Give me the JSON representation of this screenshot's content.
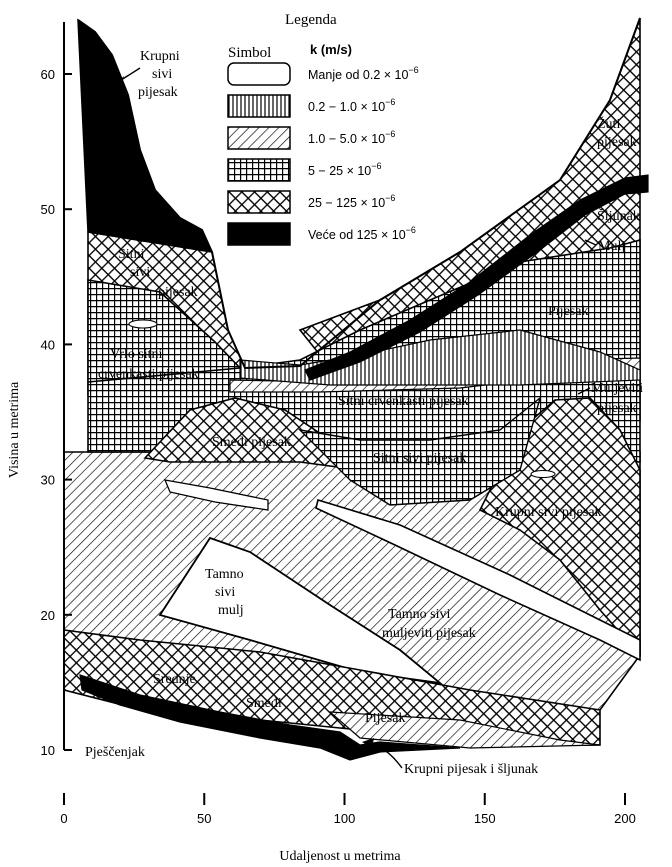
{
  "legend": {
    "title": "Legenda",
    "col_symbol": "Simbol",
    "col_k": "k (m/s)",
    "rows": [
      {
        "pattern": "blank",
        "label": "Manje od",
        "range": "0.2 × 10",
        "exp": "−6"
      },
      {
        "pattern": "vlines",
        "label": "",
        "range": "0.2 − 1.0 × 10",
        "exp": "−6"
      },
      {
        "pattern": "diag",
        "label": "",
        "range": "1.0 − 5.0 × 10",
        "exp": "−6"
      },
      {
        "pattern": "grid",
        "label": "",
        "range": "5 − 25 × 10",
        "exp": "−6"
      },
      {
        "pattern": "cross",
        "label": "",
        "range": "25 − 125 × 10",
        "exp": "−6"
      },
      {
        "pattern": "solid",
        "label": "Veće od",
        "range": "125 × 10",
        "exp": "−6"
      }
    ]
  },
  "axes": {
    "y_title": "Visina u metrima",
    "x_title": "Udaljenost u metrima",
    "y_ticks": [
      "10",
      "20",
      "30",
      "40",
      "50",
      "60"
    ],
    "x_ticks": [
      "0",
      "50",
      "100",
      "150",
      "200"
    ]
  },
  "labels": {
    "krupni_1": "Krupni",
    "krupni_2": "sivi",
    "krupni_3": "pijesak",
    "sitni_1": "Sitni",
    "sitni_2": "sivi",
    "sitni_3": "pijesak",
    "vrlo_1": "Vrlo sitni",
    "vrlo_2": "crvenkasti pijesak",
    "zuti_1": "Žuti",
    "zuti_2": "pijesak",
    "sljunak": "Šljunak",
    "mulj": "Mulj",
    "pijesak_r": "Pijesak",
    "sitni_crv": "Sitni crvenkasti pijesak",
    "muljeviti_1": "Muljeviti",
    "muljeviti_2": "pijesak",
    "smedi_pijesak": "Smeđi pijesak",
    "sitni_sivi": "Sitni sivi pijesak",
    "krupni_sivi": "Krupni sivi pijesak",
    "tamno_1": "Tamno",
    "tamno_2": "sivi",
    "tamno_3": "mulj",
    "tamno_m1": "Tamno sivi",
    "tamno_m2": "muljeviti pijesak",
    "srednje": "Srednje",
    "smedi": "Smeđi",
    "pijesak_b": "Pijesak",
    "pjescenjak": "Pješčenjak",
    "krupni_sljunak": "Krupni pijesak i šljunak"
  }
}
